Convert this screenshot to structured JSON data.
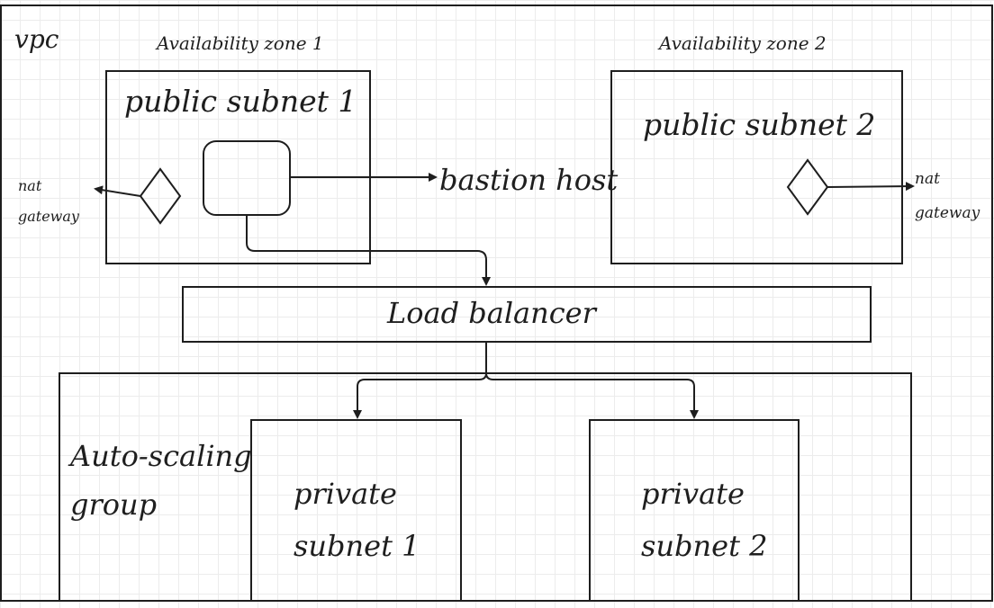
{
  "vpc": {
    "label": "vpc"
  },
  "availability_zones": [
    {
      "label": "Availability zone 1"
    },
    {
      "label": "Availability zone 2"
    }
  ],
  "public_subnets": [
    {
      "label": "public subnet 1"
    },
    {
      "label": "public subnet 2"
    }
  ],
  "bastion_host": {
    "label": "bastion host"
  },
  "nat_gateways": [
    {
      "line1": "nat",
      "line2": "gateway"
    },
    {
      "line1": "nat",
      "line2": "gateway"
    }
  ],
  "load_balancer": {
    "label": "Load balancer"
  },
  "auto_scaling_group": {
    "line1": "Auto-scaling",
    "line2": "group"
  },
  "private_subnets": [
    {
      "line1": "private",
      "line2": "subnet 1"
    },
    {
      "line1": "private",
      "line2": "subnet 2"
    }
  ],
  "colors": {
    "stroke": "#1e1e1e",
    "grid": "#ececec",
    "background": "#ffffff"
  }
}
